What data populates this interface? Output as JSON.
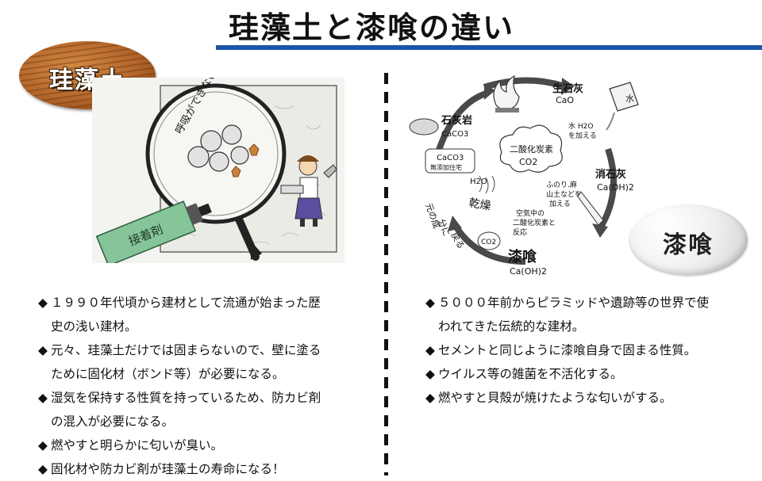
{
  "page": {
    "title": "珪藻土と漆喰の違い"
  },
  "left": {
    "badge": "珪藻土",
    "illustration": {
      "speech": "呼吸ができない!",
      "tube_label": "接着剤"
    },
    "bullets": [
      {
        "marker": "◆",
        "lines": [
          "１９９０年代頃から建材として流通が始まった歴",
          "史の浅い建材。"
        ]
      },
      {
        "marker": "◆",
        "lines": [
          "元々、珪藻土だけでは固まらないので、壁に塗る",
          "ために固化材（ボンド等）が必要になる。"
        ]
      },
      {
        "marker": "◆",
        "lines": [
          "湿気を保持する性質を持っているため、防カビ剤",
          "の混入が必要になる。"
        ]
      },
      {
        "marker": "◆",
        "lines": [
          "燃やすと明らかに匂いが臭い。"
        ]
      },
      {
        "marker": "◆",
        "lines": [
          "固化材や防カビ剤が珪藻土の寿命になる！"
        ]
      }
    ]
  },
  "right": {
    "badge": "漆喰",
    "cycle": {
      "quicklime": "生石灰",
      "quicklime_formula": "CaO",
      "add_water_1": "水 H2O",
      "add_water_2": "を加える",
      "water_icon": "水",
      "slaked_lime": "消石灰",
      "slaked_formula": "Ca(OH)2",
      "additives_1": "ふのり.麻",
      "additives_2": "山土などを",
      "additives_3": "加える",
      "plaster": "漆喰",
      "plaster_formula": "Ca(OH)2",
      "co2": "CO2",
      "reaction_1": "空気中の",
      "reaction_2": "二酸化炭素と",
      "reaction_3": "反応",
      "co2_center_1": "二酸化炭素",
      "co2_center_2": "CO2",
      "h2o": "H2O",
      "dry": "乾燥",
      "return_1": "元の成",
      "return_2": "分に",
      "return_3": "戻る",
      "limestone": "石灰岩",
      "limestone_formula": "CaCO3",
      "caco3": "CaCO3",
      "caco3_note": "無添加住宅"
    },
    "bullets": [
      {
        "marker": "◆",
        "lines": [
          "５０００年前からピラミッドや遺跡等の世界で使",
          "われてきた伝統的な建材。"
        ]
      },
      {
        "marker": "◆",
        "lines": [
          "セメントと同じように漆喰自身で固まる性質。"
        ]
      },
      {
        "marker": "◆",
        "lines": [
          "ウイルス等の雑菌を不活化する。"
        ]
      },
      {
        "marker": "◆",
        "lines": [
          "燃やすと貝殻が焼けたような匂いがする。"
        ]
      }
    ]
  }
}
